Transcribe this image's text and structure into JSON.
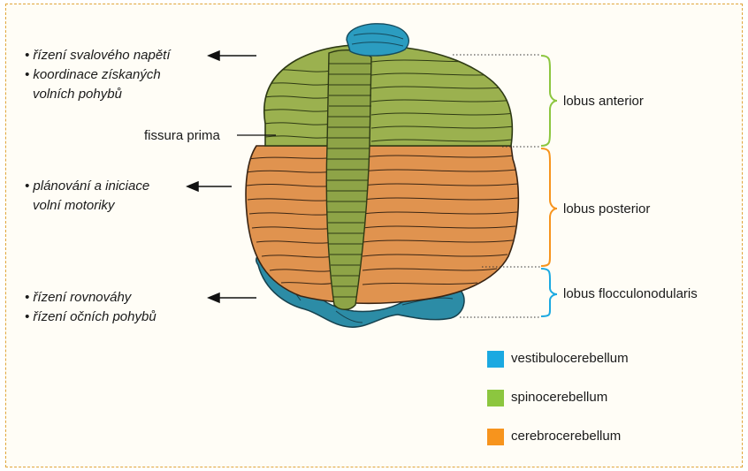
{
  "functions": {
    "anterior": [
      "• řízení svalového napětí",
      "• koordinace získaných",
      "volních pohybů"
    ],
    "posterior": [
      "• plánování a iniciace",
      "volní motoriky"
    ],
    "floccular": [
      "• řízení rovnováhy",
      "• řízení očních pohybů"
    ]
  },
  "labels": {
    "fissura": "fissura prima",
    "anterior": "lobus anterior",
    "posterior": "lobus posterior",
    "flocculonodularis": "lobus flocculonodularis"
  },
  "legend": [
    {
      "label": "vestibulocerebellum",
      "color": "#1ba9e1"
    },
    {
      "label": "spinocerebellum",
      "color": "#8cc63f"
    },
    {
      "label": "cerebrocerebellum",
      "color": "#f7941d"
    }
  ],
  "colors": {
    "bracket_anterior": "#8cc63f",
    "bracket_posterior": "#f7941d",
    "bracket_flocculonodularis": "#1ba9e1",
    "frame": "#e0a63a"
  }
}
